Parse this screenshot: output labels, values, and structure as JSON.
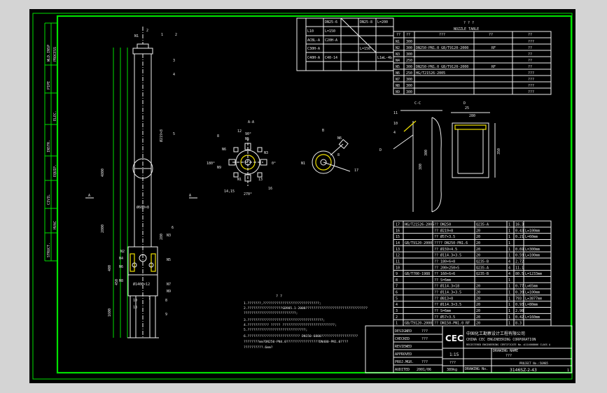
{
  "colors": {
    "background": "#000000",
    "frame": "#00e000",
    "line": "#f0f0f0",
    "accent": "#f0e000",
    "chrome": "#d4d4d4"
  },
  "nozzle_table": {
    "title": "? ? ?",
    "subtitle": "NOZZLE TABLE",
    "headers": [
      "??",
      "??",
      "???",
      "??",
      "??"
    ],
    "rows": [
      {
        "id": "N1",
        "dn": "300",
        "std": "",
        "face": "",
        "note": "???"
      },
      {
        "id": "N2",
        "dn": "300",
        "std": "DN250-PN1.0 GB/T9120-2000",
        "face": "RF",
        "note": "??"
      },
      {
        "id": "N3",
        "dn": "300",
        "std": "",
        "face": "",
        "note": "??"
      },
      {
        "id": "N4",
        "dn": "250",
        "std": "",
        "face": "",
        "note": "??"
      },
      {
        "id": "N5",
        "dn": "300",
        "std": "DN250-PN1.0 GB/T9120-2000",
        "face": "RF",
        "note": "??"
      },
      {
        "id": "N6",
        "dn": "250",
        "std": "HG/T21526-2005",
        "face": "",
        "note": "???"
      },
      {
        "id": "N7",
        "dn": "300",
        "std": "",
        "face": "",
        "note": "???"
      },
      {
        "id": "N8",
        "dn": "300",
        "std": "",
        "face": "",
        "note": "???"
      },
      {
        "id": "N9",
        "dn": "300",
        "std": "",
        "face": "",
        "note": "???"
      }
    ]
  },
  "design_table": {
    "cells": [
      "DN25-6",
      "L=150",
      "DN25-8",
      "L=200",
      "ACBL-A",
      "C20H-A",
      "C30H-A",
      "C40H-A",
      "L10",
      "C40-14",
      "L=150",
      "L1mL-4b"
    ]
  },
  "views": {
    "section_aa": "A-A",
    "view_b": "B",
    "section_cc": "C-C",
    "view_d": "D",
    "angles": [
      "90°",
      "180°",
      "0°",
      "270°"
    ],
    "aa_labels": [
      "12",
      "N5",
      "N6",
      "N3",
      "N9",
      "N1",
      "16",
      "14,15",
      "8",
      "13"
    ],
    "b_labels": [
      "N1",
      "N6",
      "17",
      "8"
    ],
    "cc_labels": [
      "11",
      "10",
      "4",
      "D"
    ],
    "cc_dims": [
      "380",
      "300"
    ],
    "d_dims": [
      "25",
      "280",
      "350"
    ]
  },
  "elevation": {
    "labels": [
      "2",
      "1",
      "2",
      "3",
      "4",
      "5",
      "6",
      "7",
      "8",
      "9",
      "10",
      "13",
      "N1",
      "N2",
      "N3",
      "N4",
      "N5",
      "N6",
      "N7",
      "N8",
      "N9",
      "A",
      "A"
    ],
    "dims": [
      "4800",
      "2800",
      "400",
      "450",
      "1600",
      "280",
      "Ø600×8",
      "Ø1400×12",
      "Ø219×8"
    ]
  },
  "left_strip": [
    "WLD.INSP",
    "PROCESS",
    "PIPE",
    "ELEC.",
    "INSTR.",
    "EQUIP.",
    "CIVIL",
    "HVAC",
    "STRUCT."
  ],
  "notes": {
    "title": "? ?",
    "lines": [
      "1.???????,?????????????????????????????;",
      "2.??????????????????GB985.1-2008????????????????????????????????",
      "  ???????????????????????????;",
      "3.???????????????????????????????????????;",
      "4.??????????? ????? ???????????????????????????;",
      "5.??????????????????????????????;",
      "6.??????????????????????????? DN150-6800???????????????????",
      "  ????????mm?DN250-PN4.0?????????????????DN400-PN1.0????",
      "  ??????????.6mm?"
    ]
  },
  "parts_list": {
    "rows": [
      {
        "no": "17",
        "code": "HG/T21526-2005",
        "name": "?? DN250",
        "mat": "Q235-A",
        "qty": "1",
        "wt": "16.3",
        "note": ""
      },
      {
        "no": "16",
        "code": "",
        "name": "?? Ø219×8",
        "mat": "20",
        "qty": "1",
        "wt": "0.43",
        "note": "L=100mm"
      },
      {
        "no": "15",
        "code": "",
        "name": "?? Ø57×3.5",
        "mat": "20",
        "qty": "1",
        "wt": "0.21",
        "note": "L=60mm"
      },
      {
        "no": "14",
        "code": "GB/T9120-2000",
        "name": "???? DN250-PN1.6",
        "mat": "20",
        "qty": "1",
        "wt": "",
        "note": ""
      },
      {
        "no": "13",
        "code": "",
        "name": "?? Ø159×4.5",
        "mat": "20",
        "qty": "1",
        "wt": "0.69",
        "note": "L=300mm"
      },
      {
        "no": "12",
        "code": "",
        "name": "?? Ø114.3×3.5",
        "mat": "20",
        "qty": "1",
        "wt": "0.59",
        "note": "L=100mm"
      },
      {
        "no": "11",
        "code": "",
        "name": "?? 180×6×8",
        "mat": "Q235-B",
        "qty": "4",
        "wt": "2.72",
        "note": ""
      },
      {
        "no": "10",
        "code": "",
        "name": "?? 200×250×5",
        "mat": "Q235-A",
        "qty": "4",
        "wt": "11.1",
        "note": ""
      },
      {
        "no": "9",
        "code": "GB/T700-1988",
        "name": "?? 160×6×6",
        "mat": "Q235-B",
        "qty": "4",
        "wt": "80.5",
        "note": "L=1233mm"
      },
      {
        "no": "8",
        "code": "",
        "name": "?? S=6mm",
        "mat": "",
        "qty": "1",
        "wt": "",
        "note": ""
      },
      {
        "no": "7",
        "code": "",
        "name": "?? Ø114.3×18",
        "mat": "20",
        "qty": "1",
        "wt": "0.77",
        "note": "L=65mm"
      },
      {
        "no": "6",
        "code": "",
        "name": "?? Ø114.3×3.5",
        "mat": "20",
        "qty": "1",
        "wt": "0.39",
        "note": "L=100mm"
      },
      {
        "no": "5",
        "code": "",
        "name": "?? Ø813×8",
        "mat": "20",
        "qty": "1",
        "wt": "793",
        "note": "L=3877mm"
      },
      {
        "no": "4",
        "code": "",
        "name": "?? Ø114.3×3.5",
        "mat": "20",
        "qty": "1",
        "wt": "0.93",
        "note": "L=80mm"
      },
      {
        "no": "3",
        "code": "",
        "name": "?? S=6mm",
        "mat": "20",
        "qty": "1",
        "wt": "2.98",
        "note": ""
      },
      {
        "no": "2",
        "code": "",
        "name": "?? Ø57×3.5",
        "mat": "20",
        "qty": "1",
        "wt": "0.42",
        "note": "L=160mm"
      },
      {
        "no": "1",
        "code": "GB/T9120-2000",
        "name": "?? DN150-PN1.0 RF",
        "mat": "20",
        "qty": "1",
        "wt": "8.3",
        "note": ""
      }
    ]
  },
  "title_block": {
    "company_cn": "中国化工勘察设计工程有限公司",
    "company_en": "CHINA CEC ENGINEERING CORPORATION",
    "company_sub": "REGISTERED ENGINEERING CERTIFICATE No.:A114008006 CLASS A",
    "logo": "CEC",
    "drawing_name": "DRAWING NAME",
    "drawing_name_value": "???",
    "scale": "1:15",
    "stage": "???",
    "weight": "389kg",
    "date": "2001/06",
    "drawing_no_label": "DRAWING No.",
    "drawing_no": "3146SZ-2-43",
    "sheet": "1",
    "project_no": "PROJECT No.:50985",
    "sign_labels": [
      "DESIGNED",
      "CHECKED",
      "REVIEWED",
      "APPROVED",
      "PROJ.MGR.",
      "AUDITED"
    ],
    "sign_values": [
      "???",
      "???",
      "",
      "",
      "???",
      ""
    ]
  },
  "chart_data": null
}
